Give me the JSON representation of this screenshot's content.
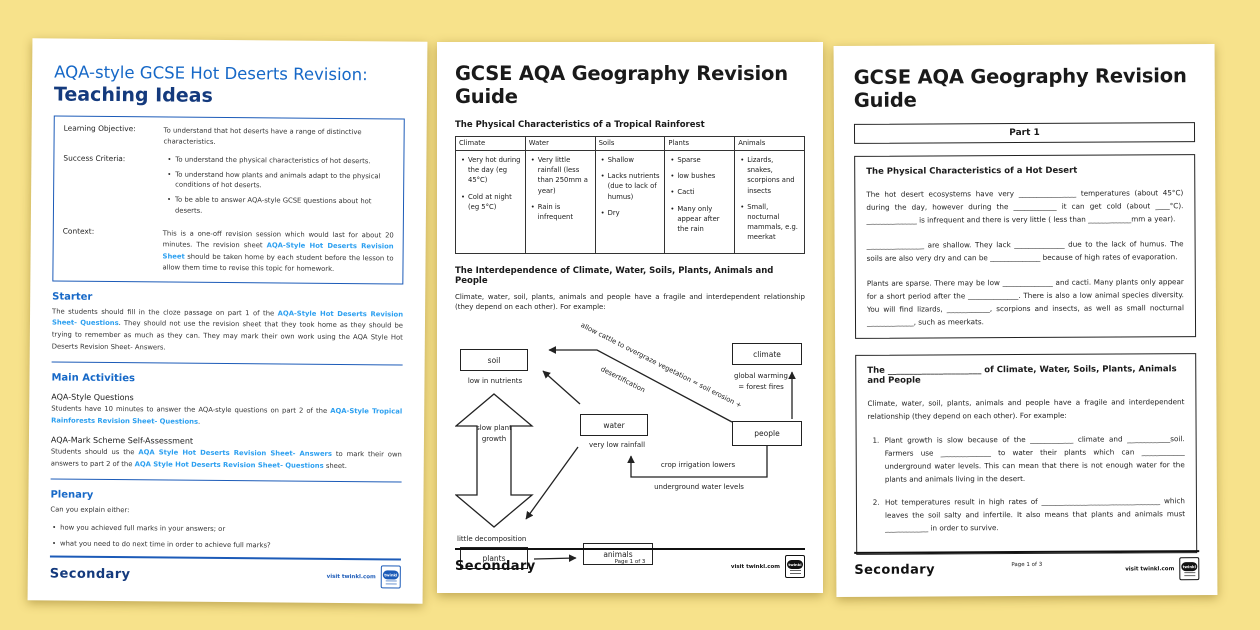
{
  "page1": {
    "title_line1": "AQA-style GCSE Hot Deserts Revision:",
    "title_line2": "Teaching Ideas",
    "objectives": {
      "lo_label": "Learning Objective:",
      "lo_text": "To understand that hot deserts have a range of distinctive characteristics.",
      "sc_label": "Success Criteria:",
      "sc_items": [
        "To understand the physical characteristics of hot deserts.",
        "To understand how plants and animals adapt to the physical conditions of hot deserts.",
        "To be able to answer AQA-style GCSE questions about hot deserts."
      ],
      "context_label": "Context:",
      "context_segments": [
        {
          "t": "This is a one-off revision session which would last for about 20 minutes. The revision sheet "
        },
        {
          "t": "AQA-Style Hot Deserts Revision Sheet",
          "c": "link"
        },
        {
          "t": " should be taken home by each student before the lesson to allow them time to revise this topic for homework."
        }
      ]
    },
    "sections": {
      "starter_heading": "Starter",
      "starter_segments": [
        {
          "t": "The students should fill in the cloze passage on part 1 of the "
        },
        {
          "t": "AQA-Style Hot Deserts Revision Sheet- Questions",
          "c": "link"
        },
        {
          "t": ". They should not use the revision sheet that they took home as they should be trying to remember as much as they can. They may mark their own work using the AQA Style Hot Deserts Revision Sheet- Answers."
        }
      ],
      "main_heading": "Main Activities",
      "activity1_title": "AQA-Style Questions",
      "activity1_segments": [
        {
          "t": "Students have 10 minutes to answer the AQA-style questions on part 2 of the "
        },
        {
          "t": "AQA-Style Tropical Rainforests Revision Sheet- Questions",
          "c": "link"
        },
        {
          "t": "."
        }
      ],
      "activity2_title": "AQA-Mark Scheme Self-Assessment",
      "activity2_segments": [
        {
          "t": "Students should us the "
        },
        {
          "t": "AQA Style Hot Deserts Revision Sheet- Answers",
          "c": "link"
        },
        {
          "t": " to mark their own answers to part 2 of the "
        },
        {
          "t": "AQA Style Hot Deserts Revision Sheet- Questions",
          "c": "link"
        },
        {
          "t": " sheet."
        }
      ],
      "plenary_heading": "Plenary",
      "plenary_intro": "Can you explain either:",
      "plenary_items": [
        "how you achieved full marks in your answers; or",
        "what you need to do next time in order to achieve full marks?"
      ]
    },
    "footer": {
      "brand": "Secondary",
      "visit": "visit twinkl.com",
      "logo": "twinkl"
    }
  },
  "page2": {
    "title": "GCSE AQA Geography Revision Guide",
    "section1_heading": "The Physical Characteristics of a Tropical Rainforest",
    "table": {
      "columns": [
        {
          "header": "Climate",
          "items": [
            "Very hot during the day (eg 45°C)",
            "Cold at night (eg 5°C)"
          ]
        },
        {
          "header": "Water",
          "items": [
            "Very little rainfall (less than 250mm a year)",
            "Rain is infrequent"
          ]
        },
        {
          "header": "Soils",
          "items": [
            "Shallow",
            "Lacks nutrients (due to lack of humus)",
            "Dry"
          ]
        },
        {
          "header": "Plants",
          "items": [
            "Sparse",
            "low bushes",
            "Cacti",
            "Many only appear after the rain"
          ]
        },
        {
          "header": "Animals",
          "items": [
            "Lizards, snakes, scorpions and insects",
            "Small, nocturnal mammals, e.g. meerkat"
          ]
        }
      ]
    },
    "section2_heading": "The Interdependence of Climate, Water, Soils, Plants, Animals and People",
    "section2_intro": "Climate, water, soil, plants, animals and people have a fragile and interdependent relationship (they depend on each other). For example:",
    "diagram": {
      "soil": "soil",
      "soil_note": "low in nutrients",
      "slow_plant_growth": "slow plant growth",
      "water": "water",
      "water_note": "very low rainfall",
      "climate": "climate",
      "climate_note": "global warming = forest fires",
      "people": "people",
      "irrigation_note1": "crop irrigation lowers",
      "irrigation_note2": "underground water levels",
      "decomposition_note": "little decomposition",
      "plants": "plants",
      "animals": "animals",
      "overgraze_line1": "allow cattle to overgraze vegetation = soil erosion +",
      "overgraze_line2": "desertification"
    },
    "footer": {
      "brand": "Secondary",
      "page": "Page 1 of 3",
      "visit": "visit twinkl.com",
      "logo": "twinkl"
    }
  },
  "page3": {
    "title": "GCSE AQA Geography Revision Guide",
    "part_label": "Part 1",
    "box1": {
      "heading": "The Physical Characteristics of a Hot Desert",
      "para1": "The hot desert ecosystems have very ________________ temperatures (about 45°C) during the day, however during the ____________ it can get cold (about ____°C). ______________ is  infrequent and there is very little ( less than ____________mm a year).",
      "para2": "________________ are shallow. They lack ______________ due to the lack of humus. The soils are also very dry and can be ______________ because of high rates of evaporation.",
      "para3": "Plants are sparse. There may be low ______________ and cacti. Many plants only appear for a short period after the ______________. There is also a low animal species diversity. You will find lizards, ____________, scorpions and insects, as well as small nocturnal _____________, such as meerkats."
    },
    "box2": {
      "heading": "The ______________________ of Climate, Water, Soils, Plants, Animals and People",
      "intro": "Climate, water, soil, plants, animals and people have a fragile and interdependent relationship (they depend on each other). For example:",
      "items": [
        "Plant growth is slow because of the ____________ climate and ____________soil. Farmers use ______________ to water their plants which can ____________ underground water levels. This can mean that there is not enough water for the plants and animals living in the desert.",
        "Hot temperatures result in high rates of _________________________________ which leaves the soil salty and infertile. It also means that plants and animals must ____________ in order to survive."
      ]
    },
    "footer": {
      "brand": "Secondary",
      "page": "Page 1 of 3",
      "visit": "visit twinkl.com",
      "logo": "twinkl"
    }
  }
}
